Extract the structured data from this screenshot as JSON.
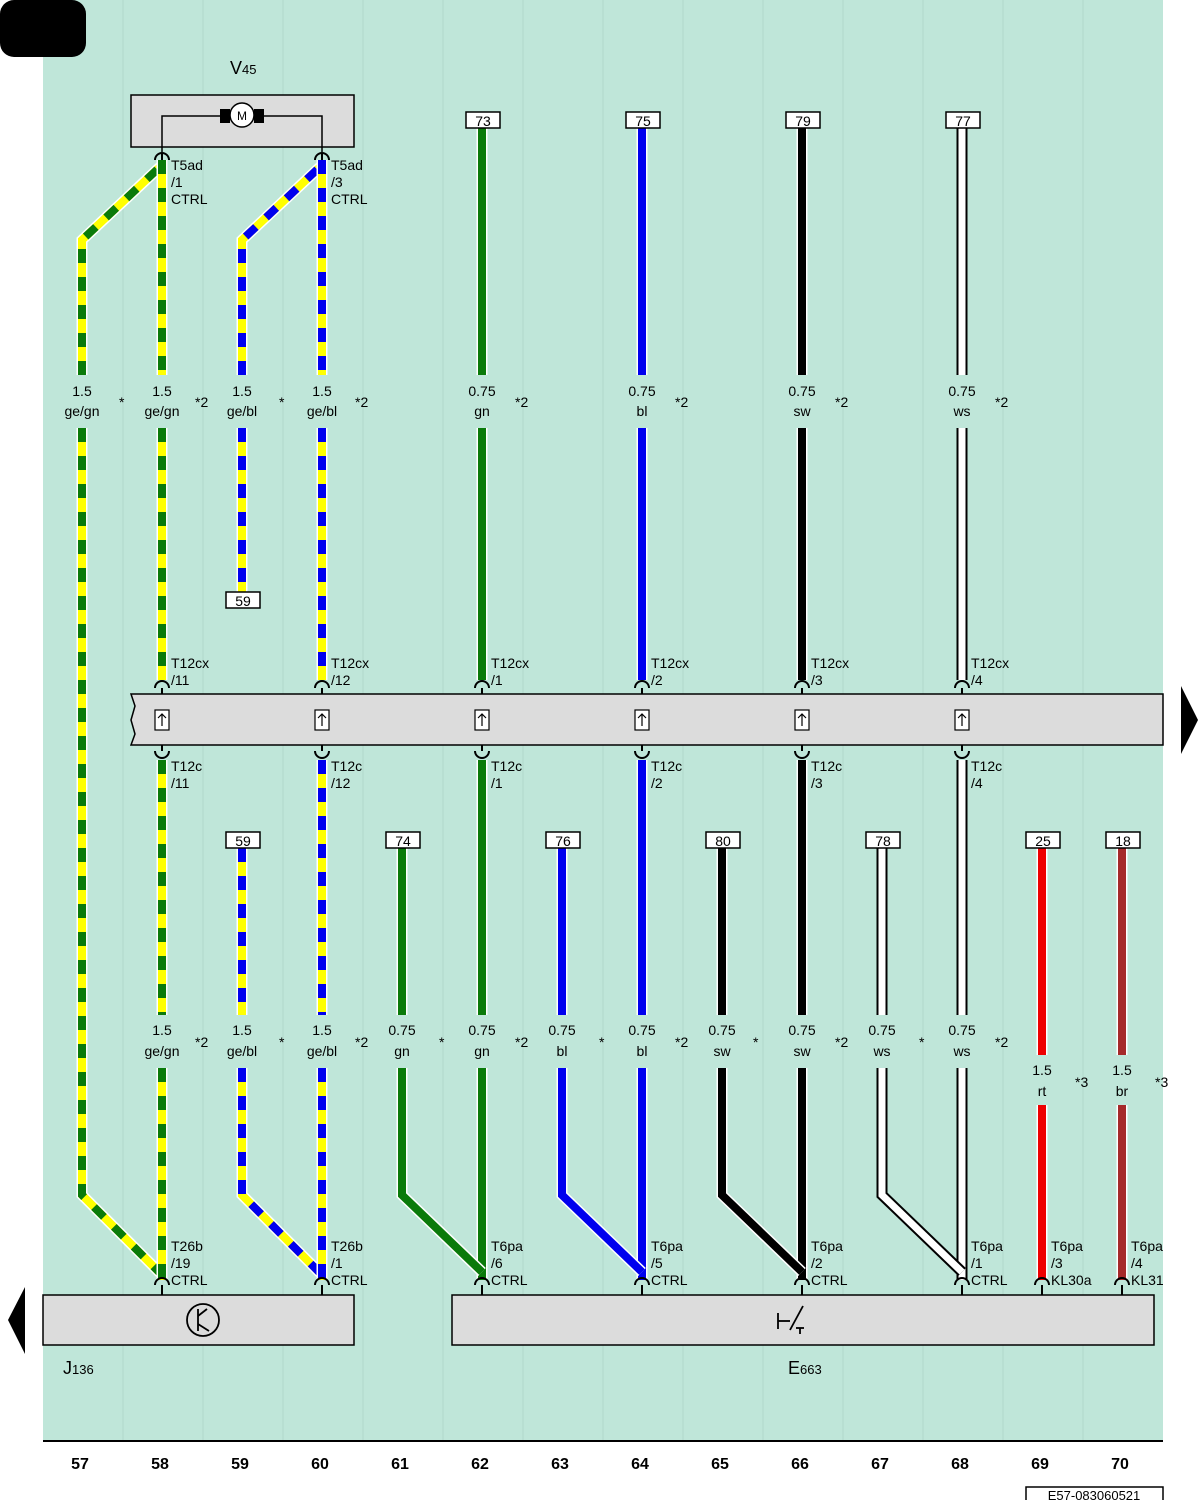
{
  "components": {
    "motor": {
      "name": "V",
      "sub": "45"
    },
    "controller": {
      "name": "J",
      "sub": "136"
    },
    "switch": {
      "name": "E",
      "sub": "663"
    }
  },
  "footer_code": "E57-083060521",
  "column_numbers": [
    "57",
    "58",
    "59",
    "60",
    "61",
    "62",
    "63",
    "64",
    "65",
    "66",
    "67",
    "68",
    "69",
    "70"
  ],
  "wires_top": [
    {
      "id": "w57",
      "size": "1.5",
      "color": "ge/gn",
      "note": "*"
    },
    {
      "id": "w58",
      "size": "1.5",
      "color": "ge/gn",
      "note": "*2"
    },
    {
      "id": "w59",
      "size": "1.5",
      "color": "ge/bl",
      "note": "*"
    },
    {
      "id": "w60",
      "size": "1.5",
      "color": "ge/bl",
      "note": "*2"
    },
    {
      "id": "w62",
      "size": "0.75",
      "color": "gn",
      "note": "*2"
    },
    {
      "id": "w64",
      "size": "0.75",
      "color": "bl",
      "note": "*2"
    },
    {
      "id": "w66",
      "size": "0.75",
      "color": "sw",
      "note": "*2"
    },
    {
      "id": "w68",
      "size": "0.75",
      "color": "ws",
      "note": "*2"
    }
  ],
  "wires_bottom": [
    {
      "id": "b58",
      "size": "1.5",
      "color": "ge/gn",
      "note": "*2"
    },
    {
      "id": "b59",
      "size": "1.5",
      "color": "ge/bl",
      "note": "*"
    },
    {
      "id": "b60",
      "size": "1.5",
      "color": "ge/bl",
      "note": "*2"
    },
    {
      "id": "b61",
      "size": "0.75",
      "color": "gn",
      "note": "*"
    },
    {
      "id": "b62",
      "size": "0.75",
      "color": "gn",
      "note": "*2"
    },
    {
      "id": "b63",
      "size": "0.75",
      "color": "bl",
      "note": "*"
    },
    {
      "id": "b64",
      "size": "0.75",
      "color": "bl",
      "note": "*2"
    },
    {
      "id": "b65",
      "size": "0.75",
      "color": "sw",
      "note": "*"
    },
    {
      "id": "b66",
      "size": "0.75",
      "color": "sw",
      "note": "*2"
    },
    {
      "id": "b67",
      "size": "0.75",
      "color": "ws",
      "note": "*"
    },
    {
      "id": "b68",
      "size": "0.75",
      "color": "ws",
      "note": "*2"
    },
    {
      "id": "b69",
      "size": "1.5",
      "color": "rt",
      "note": "*3"
    },
    {
      "id": "b70",
      "size": "1.5",
      "color": "br",
      "note": "*3"
    }
  ],
  "ref_boxes": {
    "top": [
      "73",
      "75",
      "79",
      "77"
    ],
    "mid": [
      "59"
    ],
    "bottom": [
      "59",
      "74",
      "76",
      "80",
      "78",
      "25",
      "18"
    ]
  },
  "connectors": {
    "t5ad": [
      {
        "name": "T5ad",
        "pin": "/1",
        "func": "CTRL"
      },
      {
        "name": "T5ad",
        "pin": "/3",
        "func": "CTRL"
      }
    ],
    "t12cx": [
      {
        "name": "T12cx",
        "pin": "/11"
      },
      {
        "name": "T12cx",
        "pin": "/12"
      },
      {
        "name": "T12cx",
        "pin": "/1"
      },
      {
        "name": "T12cx",
        "pin": "/2"
      },
      {
        "name": "T12cx",
        "pin": "/3"
      },
      {
        "name": "T12cx",
        "pin": "/4"
      }
    ],
    "t12c": [
      {
        "name": "T12c",
        "pin": "/11"
      },
      {
        "name": "T12c",
        "pin": "/12"
      },
      {
        "name": "T12c",
        "pin": "/1"
      },
      {
        "name": "T12c",
        "pin": "/2"
      },
      {
        "name": "T12c",
        "pin": "/3"
      },
      {
        "name": "T12c",
        "pin": "/4"
      }
    ],
    "t26b": [
      {
        "name": "T26b",
        "pin": "/19",
        "func": "CTRL"
      },
      {
        "name": "T26b",
        "pin": "/1",
        "func": "CTRL"
      }
    ],
    "t6pa": [
      {
        "name": "T6pa",
        "pin": "/6",
        "func": "CTRL"
      },
      {
        "name": "T6pa",
        "pin": "/5",
        "func": "CTRL"
      },
      {
        "name": "T6pa",
        "pin": "/2",
        "func": "CTRL"
      },
      {
        "name": "T6pa",
        "pin": "/1",
        "func": "CTRL"
      },
      {
        "name": "T6pa",
        "pin": "/3",
        "func": "KL30a"
      },
      {
        "name": "T6pa",
        "pin": "/4",
        "func": "KL31"
      }
    ]
  },
  "colors": {
    "background": "#bfe6d9",
    "gn": "#0a7a0a",
    "bl": "#0000ee",
    "sw": "#000000",
    "ws": "#ffffff",
    "rt": "#ee0000",
    "br": "#a52a2a",
    "ge": "#ffff00",
    "block": "#dcdcdc"
  }
}
